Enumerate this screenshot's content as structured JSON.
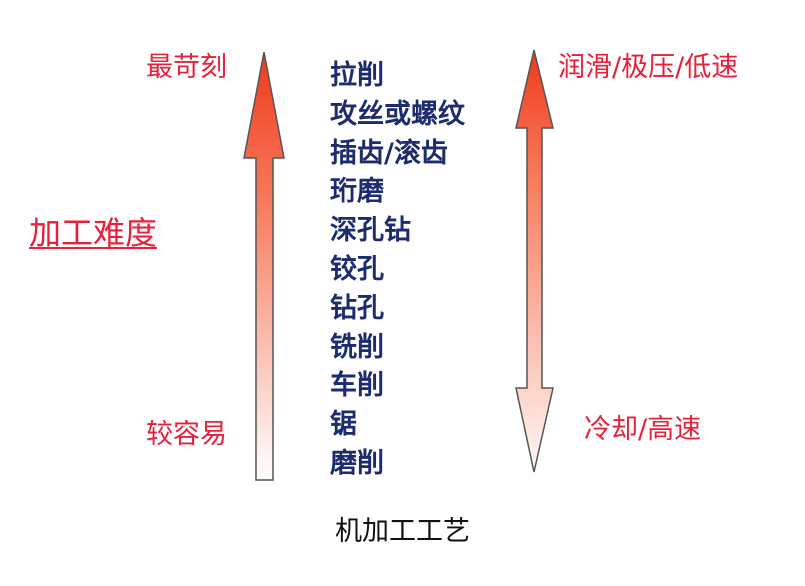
{
  "diagram": {
    "left_axis": {
      "top_label": "最苛刻",
      "bottom_label": "较容易",
      "title": "加工难度"
    },
    "right_axis": {
      "top_label": "润滑/极压/低速",
      "bottom_label": "冷却/高速"
    },
    "processes": [
      "拉削",
      "攻丝或螺纹",
      "插齿/滚齿",
      "珩磨",
      "深孔钻",
      "铰孔",
      "钻孔",
      "铣削",
      "车削",
      "锯",
      "磨削"
    ],
    "caption": "机加工工艺",
    "colors": {
      "label_red": "#e8203b",
      "process_text": "#1c2c6e",
      "arrow_strong": "#ef3a1c",
      "arrow_light": "#ffffff",
      "arrow_outline": "#555555"
    }
  }
}
